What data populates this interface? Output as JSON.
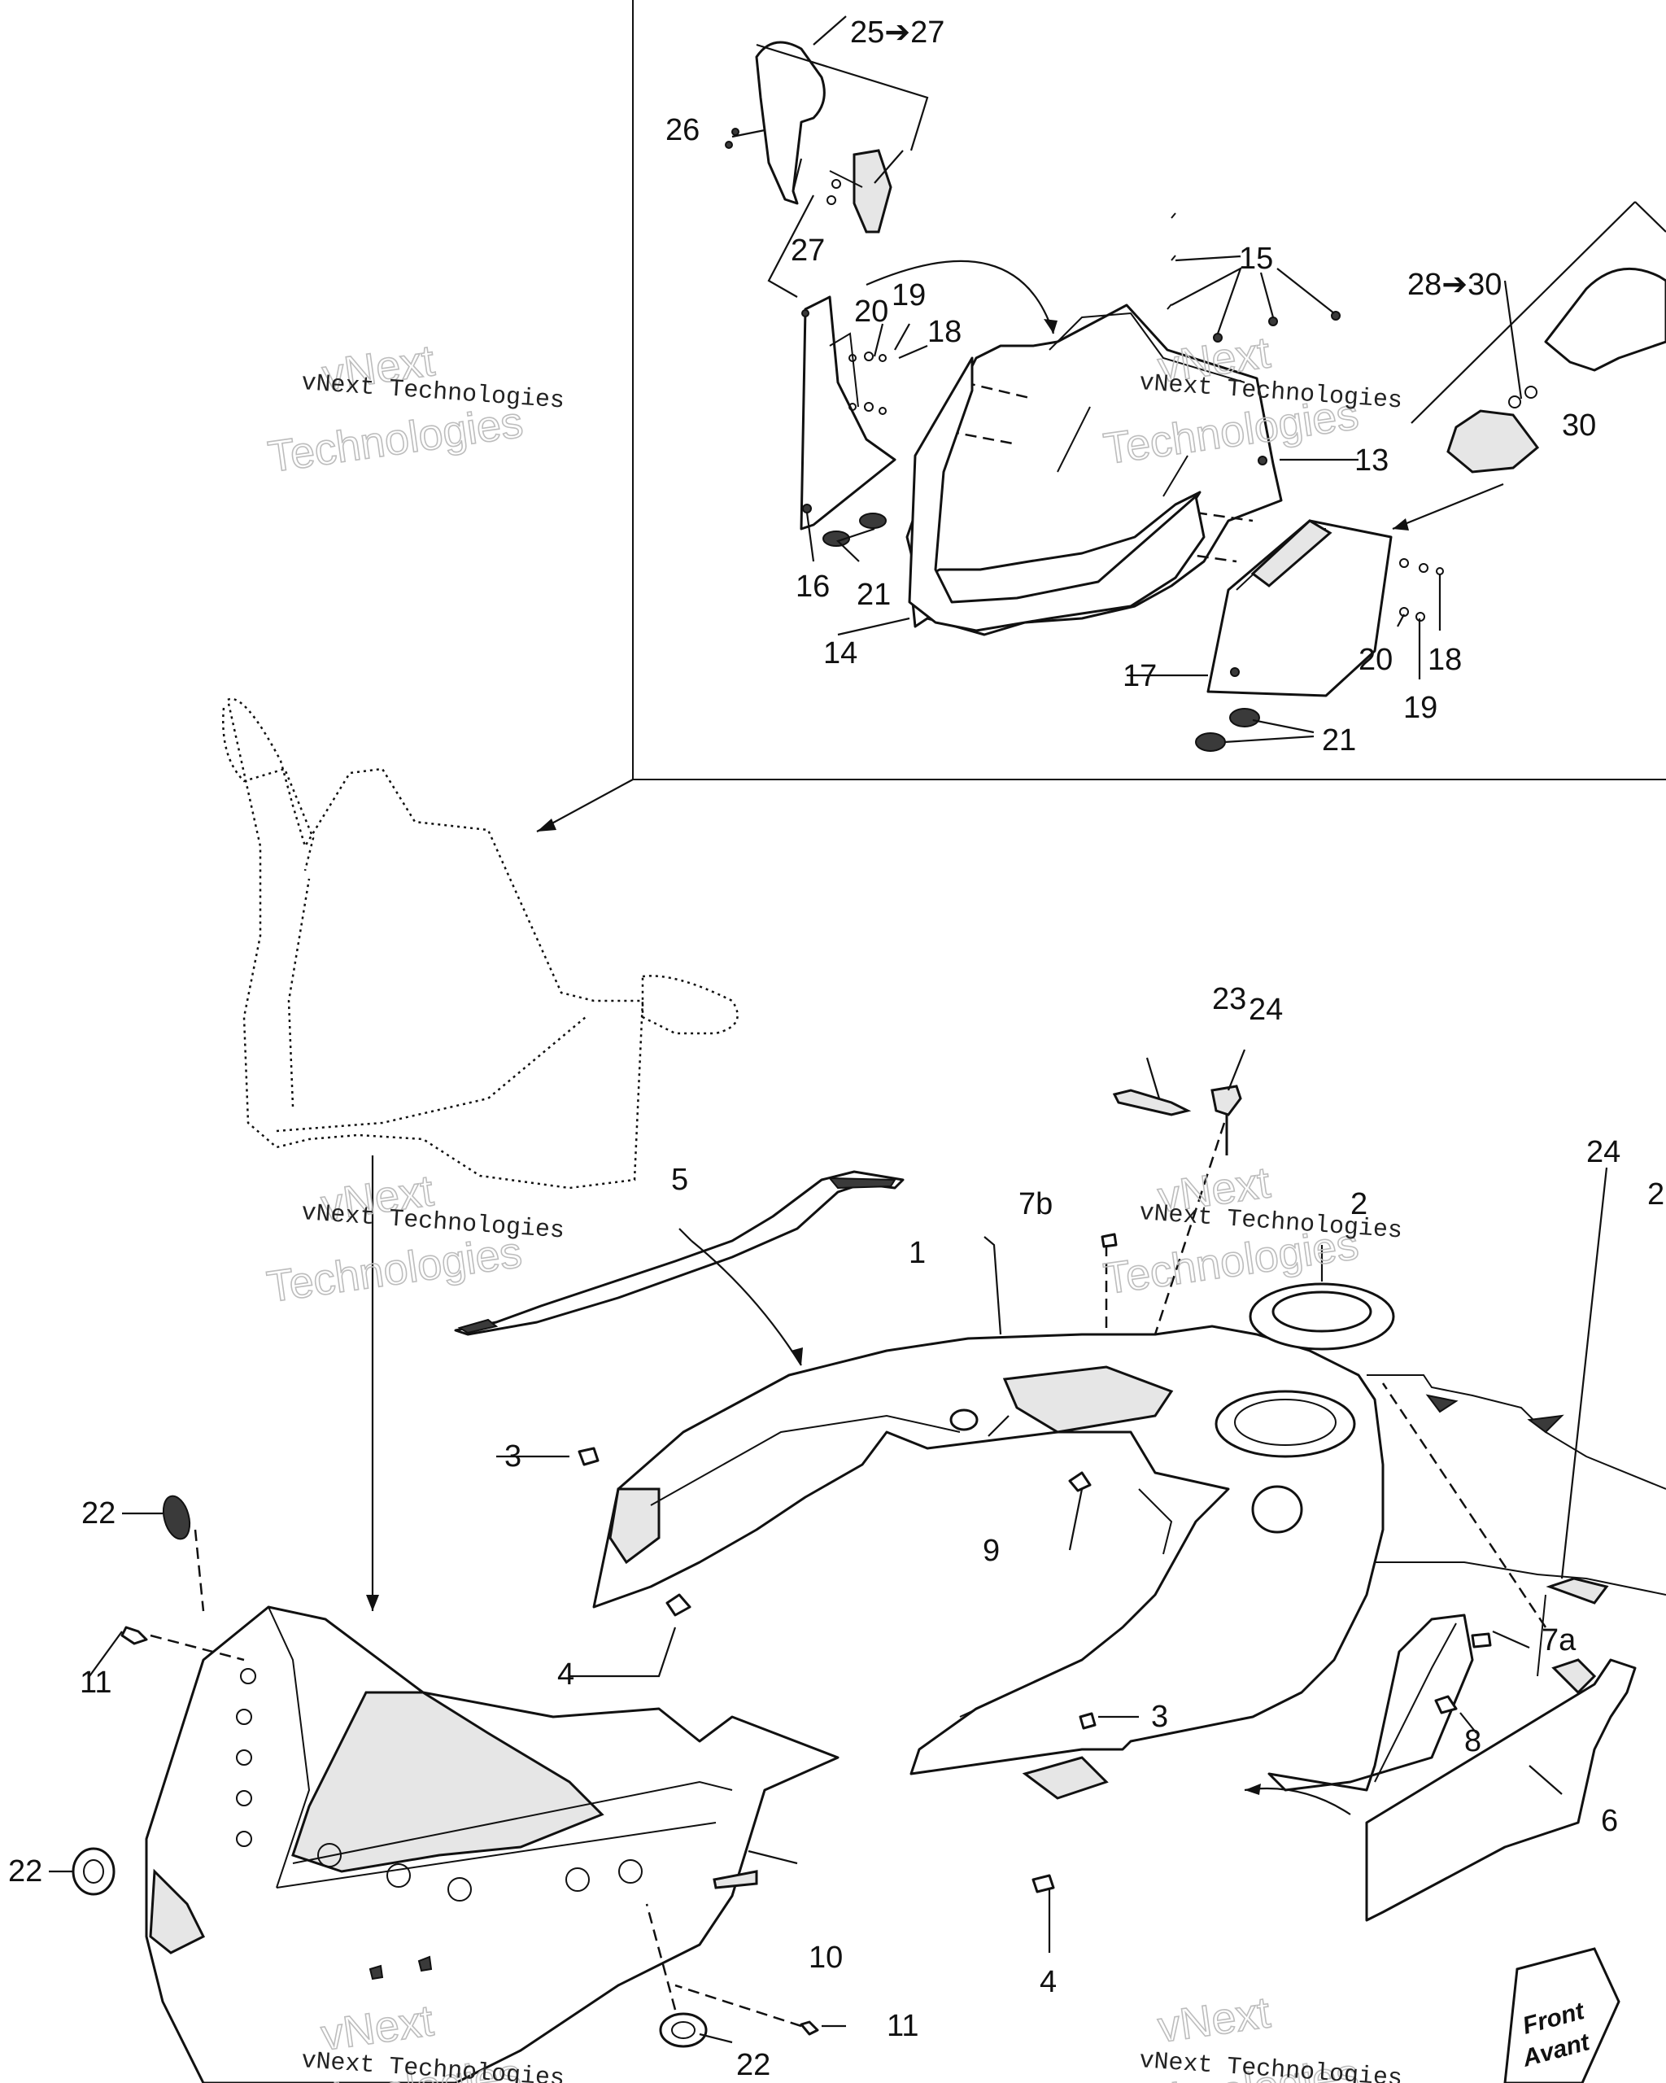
{
  "callouts": {
    "c1": "1",
    "c2": "2",
    "c2b": "2",
    "c3a": "3",
    "c3b": "3",
    "c4a": "4",
    "c4b": "4",
    "c5": "5",
    "c6": "6",
    "c7a": "7a",
    "c7b": "7b",
    "c8": "8",
    "c9": "9",
    "c10": "10",
    "c11a": "11",
    "c11b": "11",
    "c13": "13",
    "c14": "14",
    "c15": "15",
    "c16": "16",
    "c17": "17",
    "c18a": "18",
    "c18b": "18",
    "c19a": "19",
    "c19b": "19",
    "c20a": "20",
    "c20b": "20",
    "c21a": "21",
    "c21b": "21",
    "c22a": "22",
    "c22b": "22",
    "c22c": "22",
    "c23": "23",
    "c24a": "24",
    "c24b": "24",
    "c25": "25➔27",
    "c26": "26",
    "c27": "27",
    "c28": "28➔30",
    "c30": "30"
  },
  "watermark": {
    "line": "vNext Technologies",
    "big_top": "vNext",
    "big_bottom": "Technologies"
  },
  "front_badge": {
    "line1": "Front",
    "line2": "Avant"
  }
}
